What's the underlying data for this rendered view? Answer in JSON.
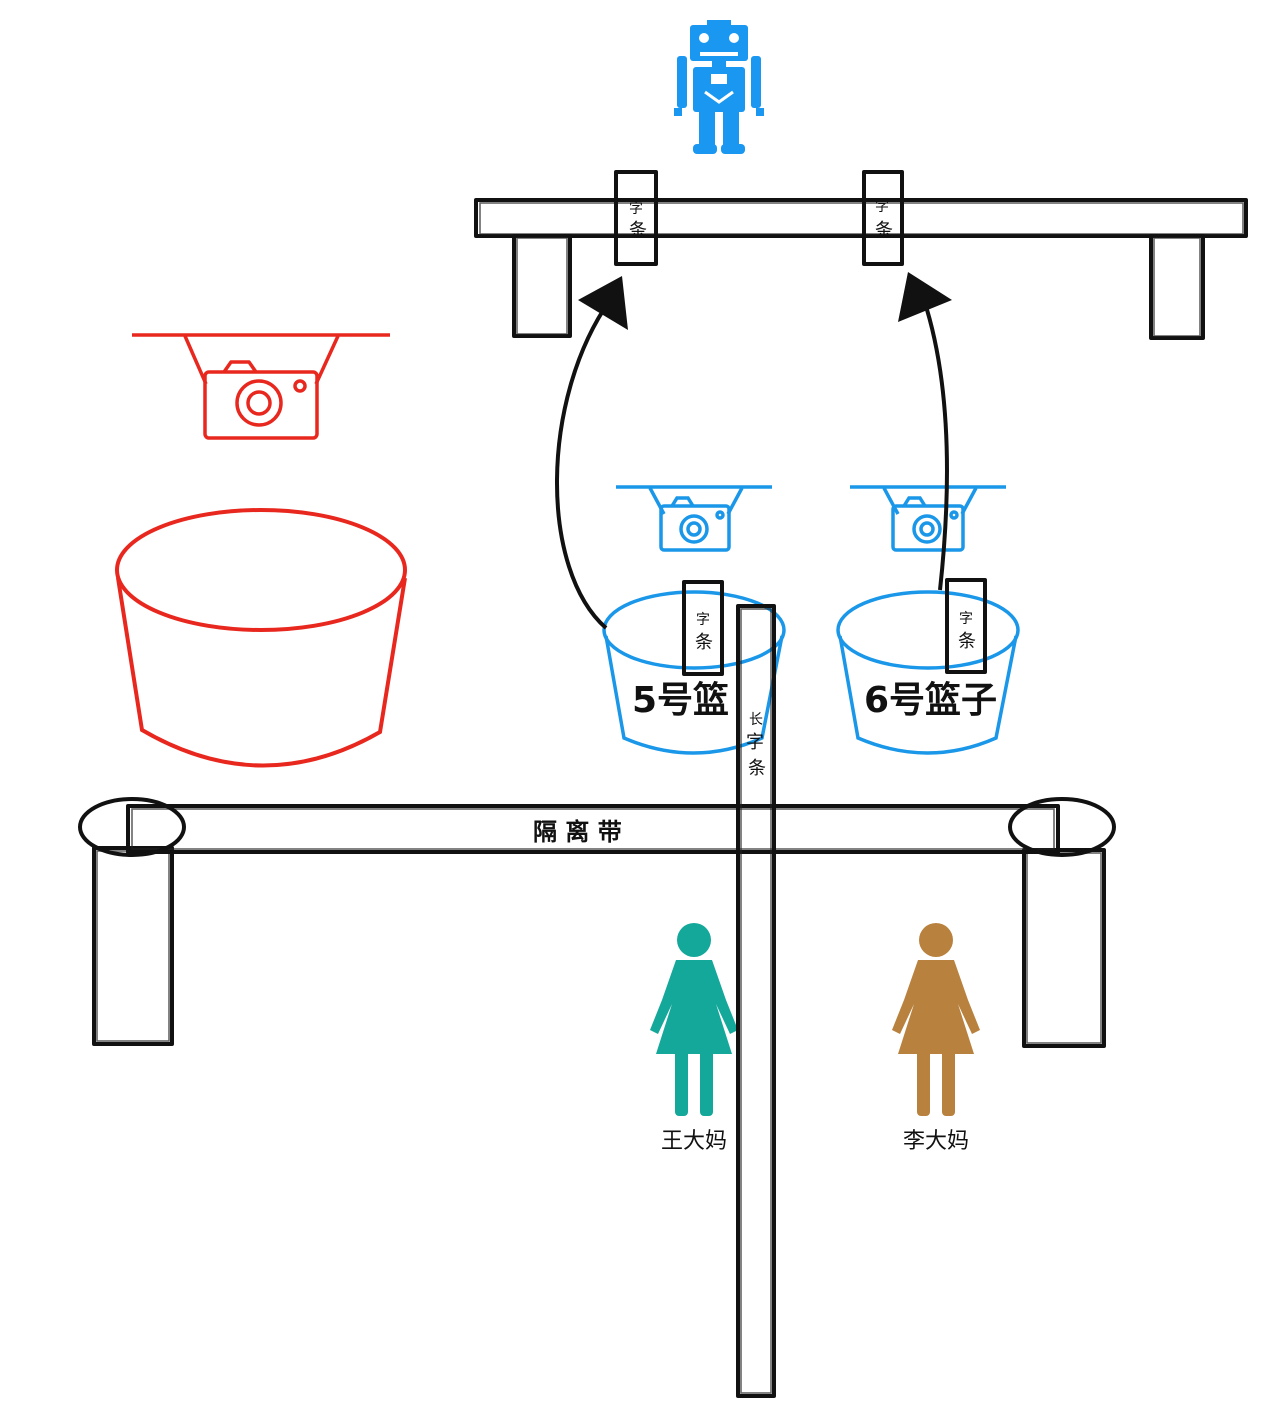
{
  "colors": {
    "ink": "#111111",
    "red": "#e8281e",
    "blue": "#1a97e8",
    "robot": "#1a97f0",
    "teal": "#14a89a",
    "brown": "#b8823e"
  },
  "icons": {
    "robot": "robot-icon",
    "camera": "camera-icon",
    "woman": "woman-icon",
    "basket": "basket-icon"
  },
  "shelf": {
    "note_left": {
      "line1": "字",
      "line2": "条"
    },
    "note_right": {
      "line1": "字",
      "line2": "条"
    }
  },
  "baskets": {
    "basket5": {
      "label": "5号篮",
      "note": {
        "line1": "字",
        "line2": "条"
      }
    },
    "basket6": {
      "label": "6号篮子",
      "note": {
        "line1": "字",
        "line2": "条"
      }
    }
  },
  "long_note": {
    "line1": "长",
    "line2": "字",
    "line3": "条"
  },
  "barrier": {
    "label": "隔 离 带"
  },
  "people": {
    "left": {
      "name": "王大妈"
    },
    "right": {
      "name": "李大妈"
    }
  }
}
